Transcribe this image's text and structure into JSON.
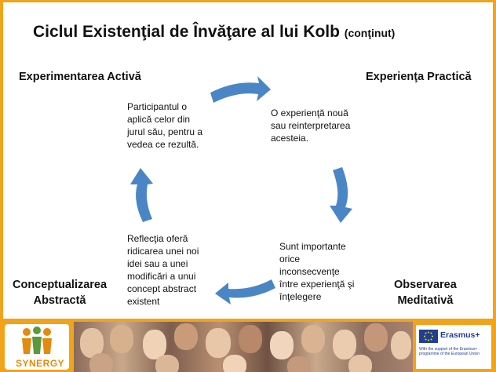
{
  "title": {
    "main": "Ciclul Existenţial de Învăţare al lui Kolb",
    "suffix": "(conţinut)"
  },
  "stages": {
    "top_left": "Experimentarea Activă",
    "top_right": "Experienţa Practică",
    "bottom_left": [
      "Conceptualizarea",
      "Abstractă"
    ],
    "bottom_right": [
      "Observarea",
      "Meditativă"
    ]
  },
  "descriptions": {
    "active_experimentation": [
      "Participantul o",
      "aplică celor din",
      "jurul său, pentru a",
      "vedea ce rezultă."
    ],
    "concrete_experience": [
      "O experienţă nouă",
      "sau  reinterpretarea",
      "acesteia."
    ],
    "reflective_observation": [
      "Sunt importante",
      "orice",
      "inconsecvenţe",
      "între experienţă şi",
      "înţelegere"
    ],
    "abstract_conceptualization": [
      "Reflecţia oferă",
      "ridicarea unei noi",
      "idei sau a unei",
      "modificări a unui",
      "concept abstract",
      "existent"
    ]
  },
  "footer": {
    "logo_text": "SYNERGY",
    "eu_program": "Erasmus+",
    "eu_note": "With the support of the Erasmus+ programme of the European Union"
  },
  "colors": {
    "arrow": "#4a86c5",
    "frame": "#f2a31c",
    "text": "#111111"
  }
}
